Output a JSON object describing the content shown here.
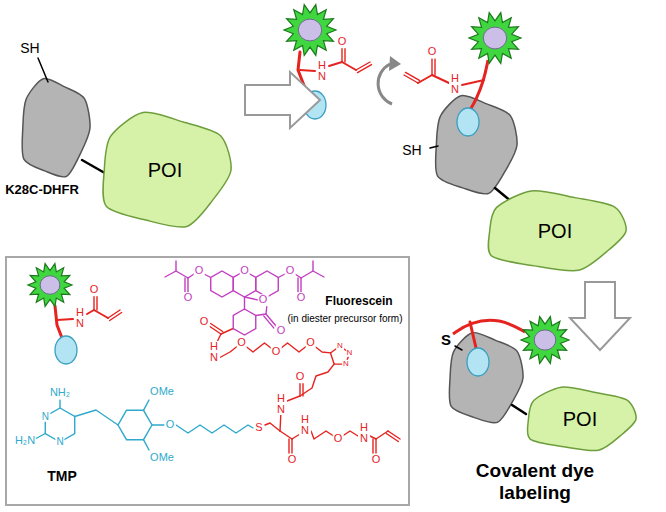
{
  "diagram": {
    "nodes": [
      {
        "text": [
          "POI"
        ]
      },
      {
        "text": [
          "POI"
        ]
      },
      {
        "text": [
          "Fluorescein",
          "(in diester precursor form)",
          "TMP"
        ]
      },
      {
        "text": [
          "POI"
        ]
      }
    ],
    "labels": [
      "SH",
      "K28C-DHFR",
      "O",
      "H N",
      "O",
      "H N",
      "SH",
      "S",
      "Covalent dye labeling",
      "O",
      "H N",
      "O",
      "O",
      "O",
      "O",
      "O",
      "O",
      "O",
      "O",
      "H N",
      "O",
      "O",
      "O",
      "N",
      "N",
      "N",
      "O",
      "H N",
      "S",
      "O",
      "H N",
      "O",
      "H N",
      "O",
      "NH₂",
      "N",
      "N",
      "H₂N",
      "OMe",
      "OMe",
      "O"
    ]
  }
}
